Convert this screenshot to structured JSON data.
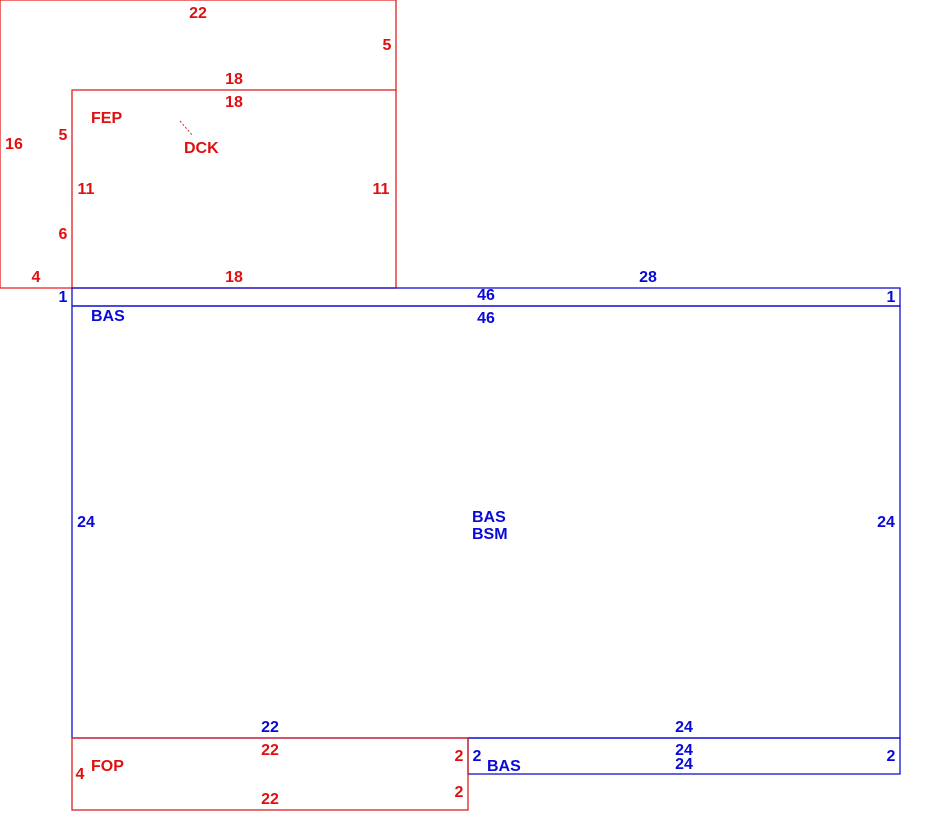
{
  "colors": {
    "red": "#e01010",
    "blue": "#0a0ad8",
    "background": "#ffffff"
  },
  "areas": {
    "fep": {
      "code": "FEP",
      "dims": {
        "top": "22",
        "right": "5",
        "left": "16",
        "left_upper": "5",
        "left_lower": "6",
        "bottom_stub": "4",
        "inner_top": "18"
      }
    },
    "dck": {
      "code": "DCK",
      "dims": {
        "top": "18",
        "left": "11",
        "right": "11",
        "bottom": "18"
      }
    },
    "bas_strip_top": {
      "code": "BAS",
      "dims": {
        "top": "28",
        "top_inner": "46",
        "bottom": "46",
        "left": "1",
        "right": "1"
      }
    },
    "main": {
      "codes": [
        "BAS",
        "BSM"
      ],
      "dims": {
        "left": "24",
        "right": "24",
        "bottom_left": "22",
        "bottom_right": "24"
      }
    },
    "fop": {
      "code": "FOP",
      "dims": {
        "top": "22",
        "left": "4",
        "right_upper": "2",
        "right_lower": "2",
        "bottom": "22"
      }
    },
    "bas_strip_bottom": {
      "code": "BAS",
      "dims": {
        "left": "2",
        "right": "2",
        "top": "24",
        "bottom": "24"
      }
    }
  }
}
